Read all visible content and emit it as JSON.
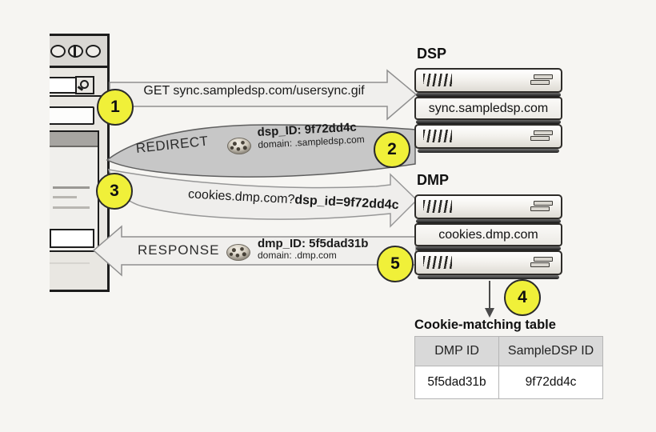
{
  "diagram": {
    "steps": [
      "1",
      "2",
      "3",
      "4",
      "5"
    ],
    "arrows": {
      "get": {
        "label": "GET sync.sampledsp.com/usersync.gif"
      },
      "redirect": {
        "label": "REDIRECT",
        "cookie_id": "dsp_ID: 9f72dd4c",
        "cookie_domain": "domain: .sampledsp.com"
      },
      "dmp_request": {
        "label_prefix": "cookies.dmp.com?",
        "label_bold": "dsp_id=9f72dd4c"
      },
      "response": {
        "label": "RESPONSE",
        "cookie_id": "dmp_ID: 5f5dad31b",
        "cookie_domain": "domain: .dmp.com"
      }
    },
    "servers": {
      "dsp": {
        "title": "DSP",
        "host": "sync.sampledsp.com"
      },
      "dmp": {
        "title": "DMP",
        "host": "cookies.dmp.com"
      }
    },
    "cookie_table": {
      "title": "Cookie-matching table",
      "headers": [
        "DMP ID",
        "SampleDSP ID"
      ],
      "rows": [
        [
          "5f5dad31b",
          "9f72dd4c"
        ]
      ]
    },
    "colors": {
      "step_badge": "#f0f039",
      "redirect_ribbon": "#c7c7c7",
      "arrow_fill": "#f0efed",
      "table_header_bg": "#d9d9d9"
    },
    "icons": {
      "cookie": "cookie-icon",
      "search": "search-icon",
      "server_vents": "server-vents-icon",
      "server_badge": "server-badge-icon"
    }
  }
}
